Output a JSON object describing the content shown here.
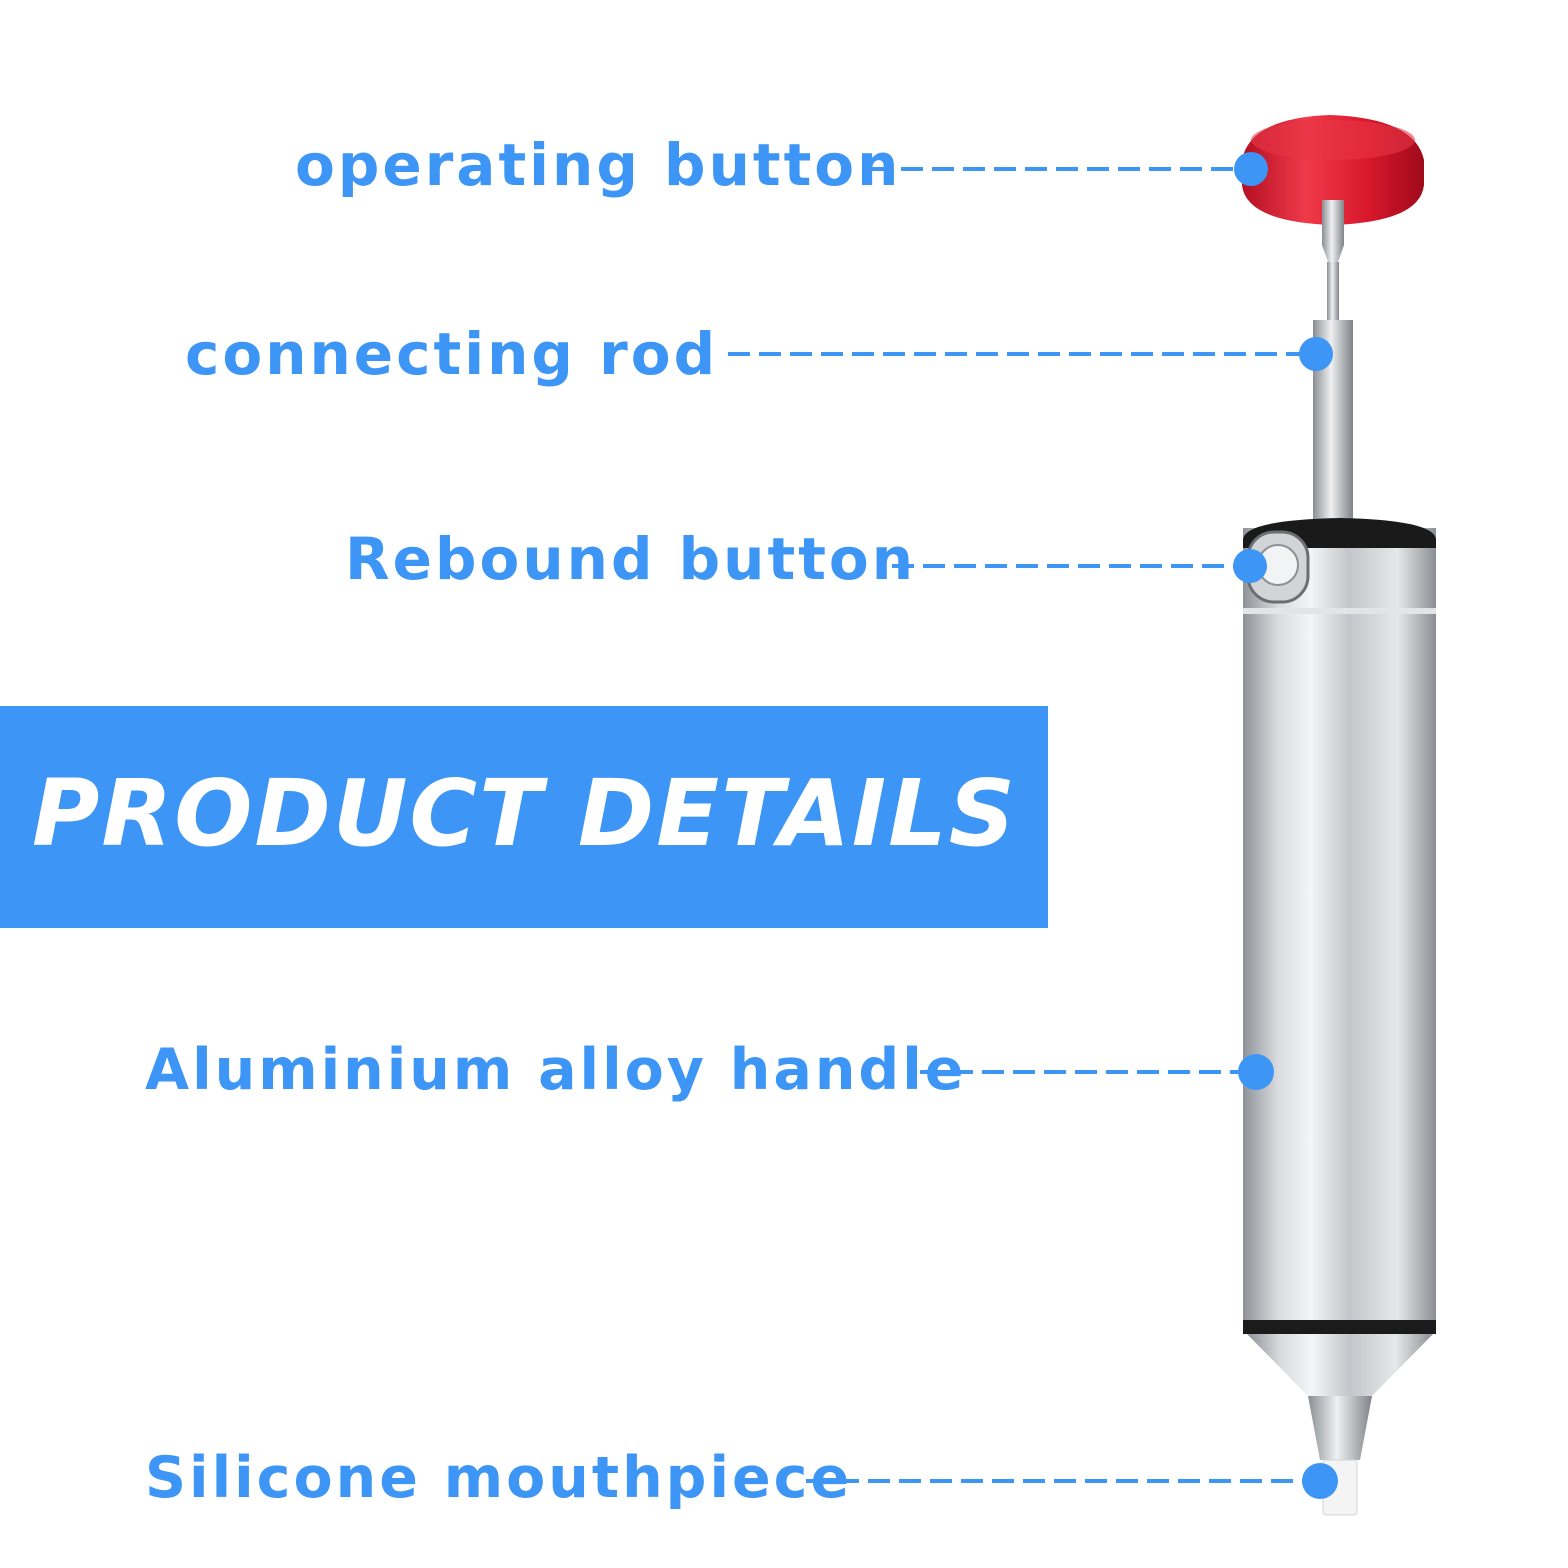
{
  "labels": {
    "operating_button": "operating button",
    "connecting_rod": "connecting rod",
    "rebound_button": "Rebound button",
    "aluminium_handle": "Aluminium alloy handle",
    "silicone_mouthpiece": "Silicone mouthpiece"
  },
  "banner": {
    "title": "PRODUCT DETAILS"
  },
  "colors": {
    "accent_blue": "#3d95f5",
    "button_red": "#e0182d",
    "metal": "#b9bcc0"
  }
}
